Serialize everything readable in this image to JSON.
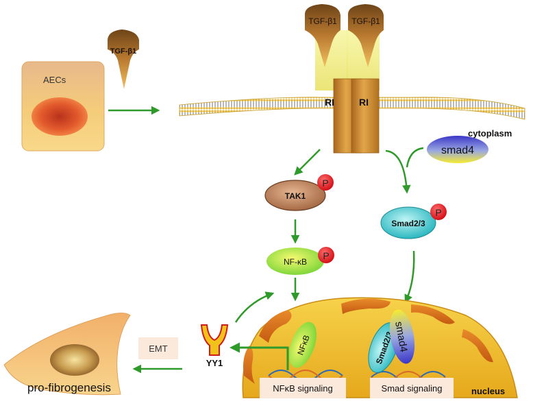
{
  "labels": {
    "aecs": "AECs",
    "tgf_free": "TGF-β1",
    "tgf_receptor_left": "TGF-β1",
    "tgf_receptor_right": "TGF-β1",
    "ri_left": "RI",
    "ri_right": "RI",
    "cytoplasm": "cytoplasm",
    "smad4": "smad4",
    "tak1": "TAK1",
    "smad23": "Smad2/3",
    "nfkb": "NF-κB",
    "phospho": "P",
    "emt": "EMT",
    "yy1": "YY1",
    "pro_fibrogenesis": "pro-fibrogenesis",
    "nfkb_in_nucleus": "NFκB",
    "smad23_in_nucleus": "Smad2/3",
    "smad4_in_nucleus": "smad4",
    "nfkb_signaling": "NFκB signaling",
    "smad_signaling": "Smad signaling",
    "nucleus": "nucleus"
  },
  "colors": {
    "arrow": "#2e9a2a",
    "receptor": "#c7882a",
    "tgf": "#7a4e1d",
    "receptor_glow": "#f4f07a",
    "tak1": "#b77a55",
    "smad23": "#38c9cf",
    "nfkb": "#a7e34a",
    "phospho": "#e8141a",
    "nucleus": "#f0c020",
    "label_box": "#fbe9dc"
  }
}
